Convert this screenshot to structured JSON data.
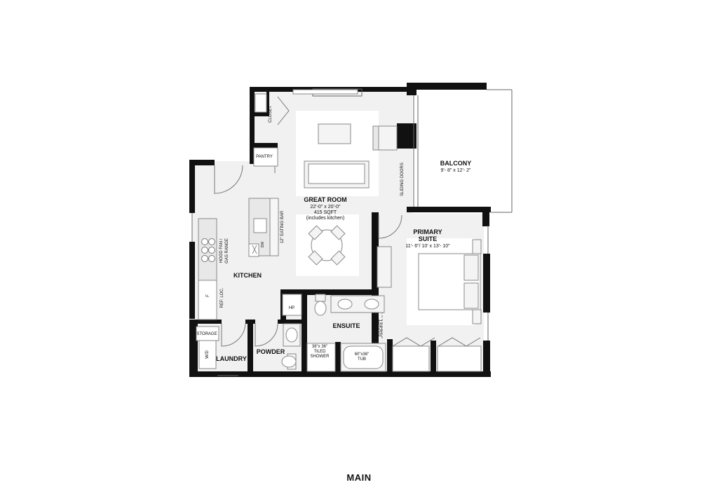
{
  "plan_title": "MAIN",
  "rooms": {
    "great_room": {
      "name": "GREAT ROOM",
      "dims": "22'-0\" x 20'-0\"",
      "area": "415 SQFT",
      "note": "(includes kitchen)"
    },
    "balcony": {
      "name": "BALCONY",
      "dims": "9'- 8\" x 12'- 2\""
    },
    "primary_suite": {
      "name_line1": "PRIMARY",
      "name_line2": "SUITE",
      "dims": "11'- 6\"/ 10' x 13'- 10\""
    },
    "kitchen": {
      "name": "KITCHEN"
    },
    "ensuite": {
      "name": "ENSUITE"
    },
    "powder": {
      "name": "POWDER"
    },
    "laundry": {
      "name": "LAUNDRY"
    }
  },
  "fixtures": {
    "closet": "CLOSET",
    "pantry": "PANTRY",
    "sliding_doors": "SLIDING DOORS",
    "eating_bar": "12\" EATING BAR",
    "hood_line1": "HOOD FAN /",
    "hood_line2": "GAS RANGE",
    "ref_loc": "REF. LOC.",
    "fridge": "F",
    "dw": "DW",
    "hp": "HP",
    "pocket": "POCKET",
    "storage": "STORAGE",
    "wd": "W/D",
    "shower_line1": "36\"x 36\"",
    "shower_line2": "TILED",
    "shower_line3": "SHOWER",
    "tub_line1": "60\"x36\"",
    "tub_line2": "TUB"
  }
}
